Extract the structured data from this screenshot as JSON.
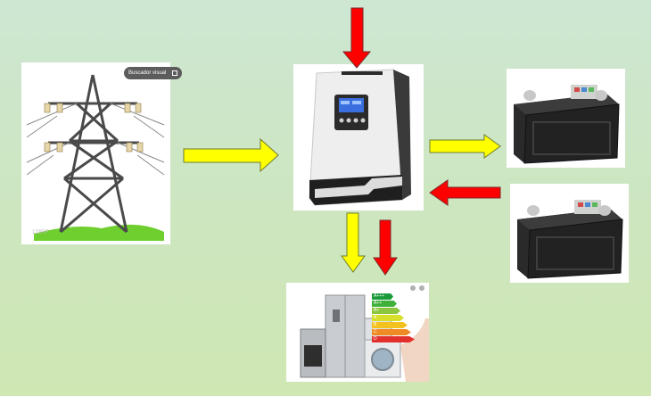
{
  "tower_card": {
    "badge_label": "Buscador visual",
    "badge_icon": "expand-icon",
    "watermark": "123RF"
  },
  "inverter_card": {
    "display_icon": "lcd-display-icon"
  },
  "battery_cards": [
    {
      "icon": "battery-icon"
    },
    {
      "icon": "battery-icon"
    }
  ],
  "appliances_card": {
    "icon": "appliances-icon",
    "energy_labels": [
      "A+++",
      "A++",
      "A+",
      "A",
      "B",
      "C",
      "D"
    ]
  },
  "arrows": [
    {
      "id": "grid-to-inverter",
      "color": "#ffff00",
      "direction": "right"
    },
    {
      "id": "input-to-inverter",
      "color": "#ff0000",
      "direction": "down"
    },
    {
      "id": "inverter-to-battery",
      "color": "#ffff00",
      "direction": "right"
    },
    {
      "id": "battery-to-inverter",
      "color": "#ff0000",
      "direction": "left"
    },
    {
      "id": "inverter-to-appliances-yellow",
      "color": "#ffff00",
      "direction": "down"
    },
    {
      "id": "inverter-to-appliances-red",
      "color": "#ff0000",
      "direction": "down"
    }
  ],
  "colors": {
    "background": "#cfe6c4",
    "arrow_yellow": "#ffff00",
    "arrow_red": "#ff0000",
    "arrow_outline": "#6e7d2a"
  }
}
